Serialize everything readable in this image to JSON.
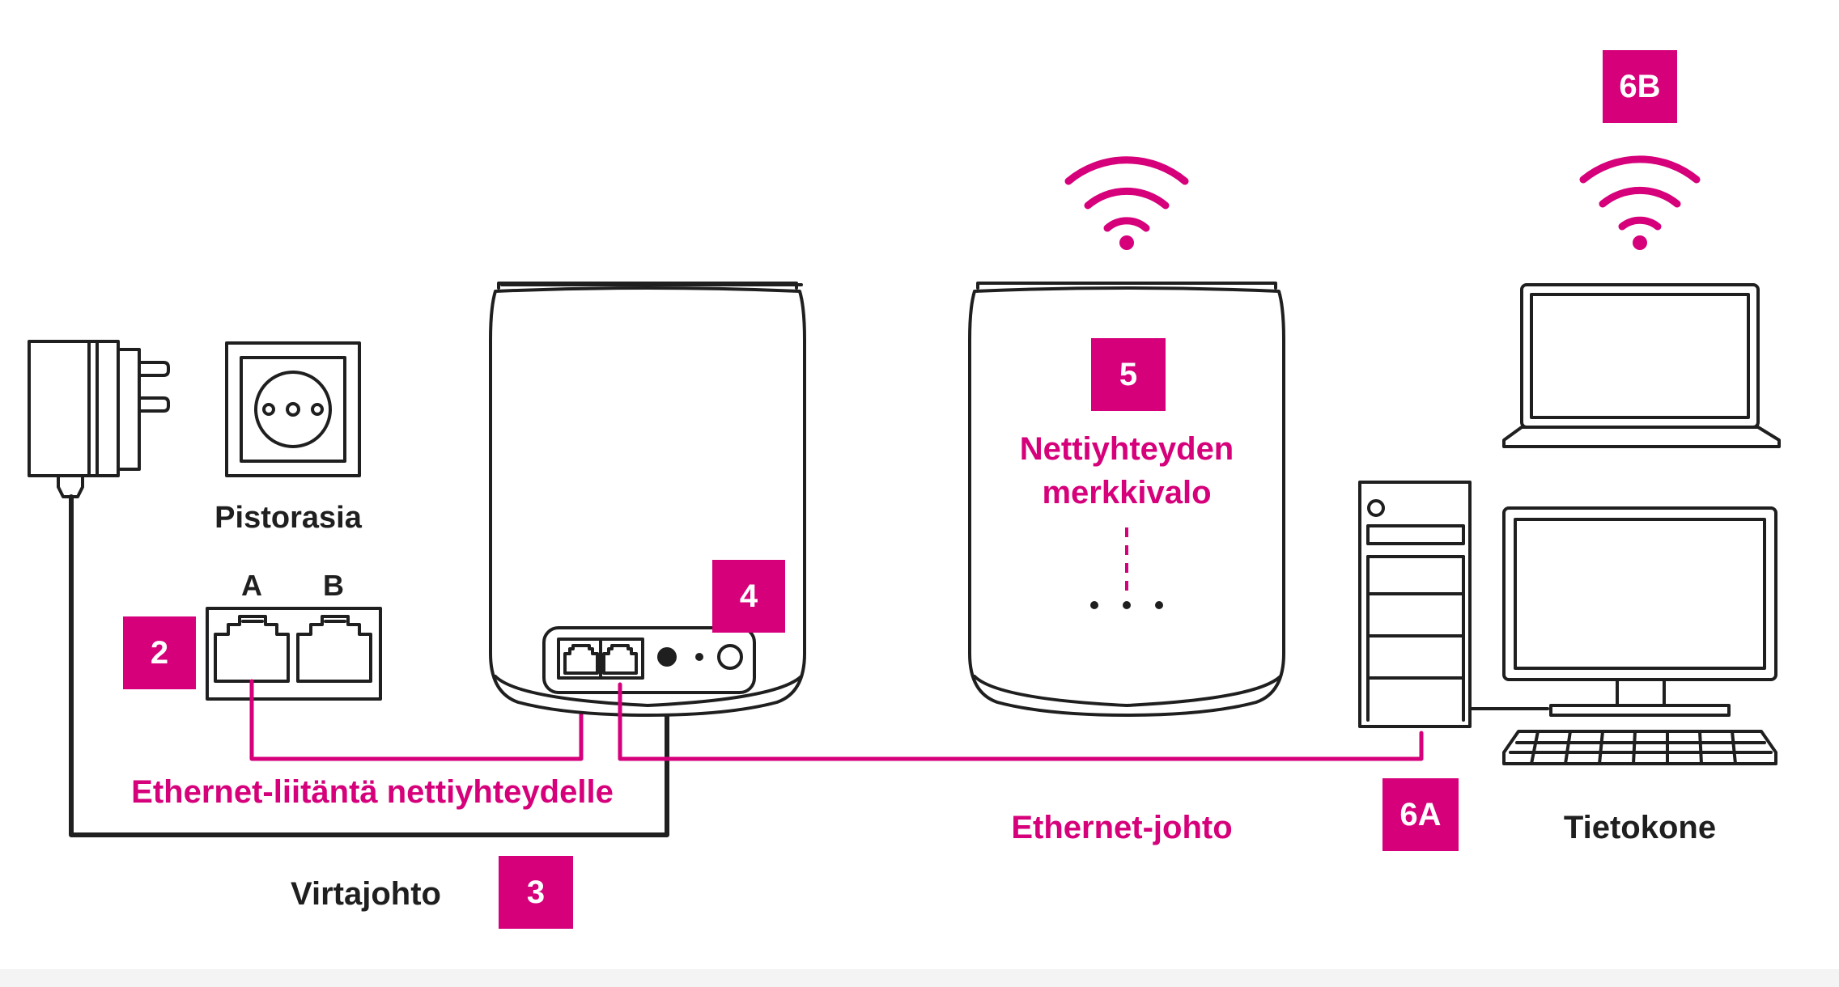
{
  "colors": {
    "accent": "#d6007b",
    "ink": "#1f1f1f",
    "background": "#ffffff"
  },
  "labels": {
    "outlet": "Pistorasia",
    "ethernet_port": "Ethernet-liitäntä nettiyhteydelle",
    "power_cord": "Virtajohto",
    "status_light_line1": "Nettiyhteyden",
    "status_light_line2": "merkkivalo",
    "ethernet_cable": "Ethernet-johto",
    "computer": "Tietokone",
    "port_a": "A",
    "port_b": "B"
  },
  "badges": {
    "b2": "2",
    "b3": "3",
    "b4": "4",
    "b5": "5",
    "b6a": "6A",
    "b6b": "6B"
  },
  "icons": [
    "power-adapter-icon",
    "wall-socket-icon",
    "ethernet-wall-jack-icon",
    "router-icon",
    "satellite-icon",
    "wifi-icon",
    "laptop-icon",
    "desktop-tower-icon",
    "monitor-icon",
    "keyboard-icon"
  ]
}
